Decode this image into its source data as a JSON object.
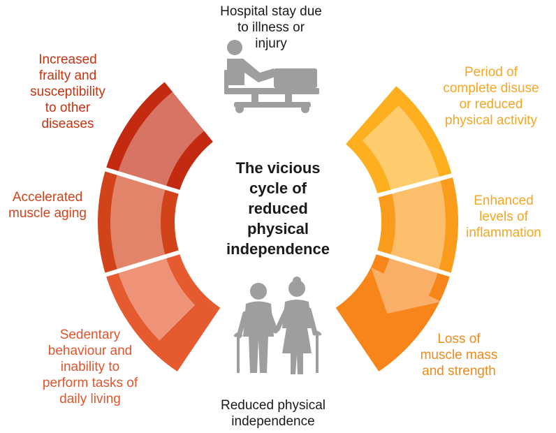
{
  "center_title": "The vicious\ncycle of\nreduced\nphysical\nindependence",
  "stages": {
    "top": "Hospital stay due\nto illness or\ninjury",
    "right_top": "Period of\ncomplete disuse\nor reduced\nphysical activity",
    "right_mid": "Enhanced\nlevels of\ninflammation",
    "right_bottom": "Loss of\nmuscle mass\nand strength",
    "bottom": "Reduced physical\nindependence",
    "left_bottom": "Sedentary\nbehaviour and\ninability to\nperform tasks of\ndaily living",
    "left_mid": "Accelerated\nmuscle aging",
    "left_top": "Increased\nfrailty and\nsusceptibility\nto other\ndiseases"
  },
  "icons": {
    "top": "hospital-bed-icon",
    "bottom": "elderly-couple-icon"
  },
  "colors": {
    "orange_1": "#FDAF1F",
    "orange_2": "#FA9B1C",
    "orange_3": "#F7851A",
    "red_1": "#E55A2F",
    "red_2": "#D2431A",
    "red_3": "#C42A10",
    "label_orange": "#F5A623",
    "label_orange_dark": "#F08A1A",
    "label_red": "#E0552D",
    "label_red_dark": "#C8320F",
    "label_dark": "#1a1a1a",
    "icon_gray": "#9E9E9E"
  }
}
